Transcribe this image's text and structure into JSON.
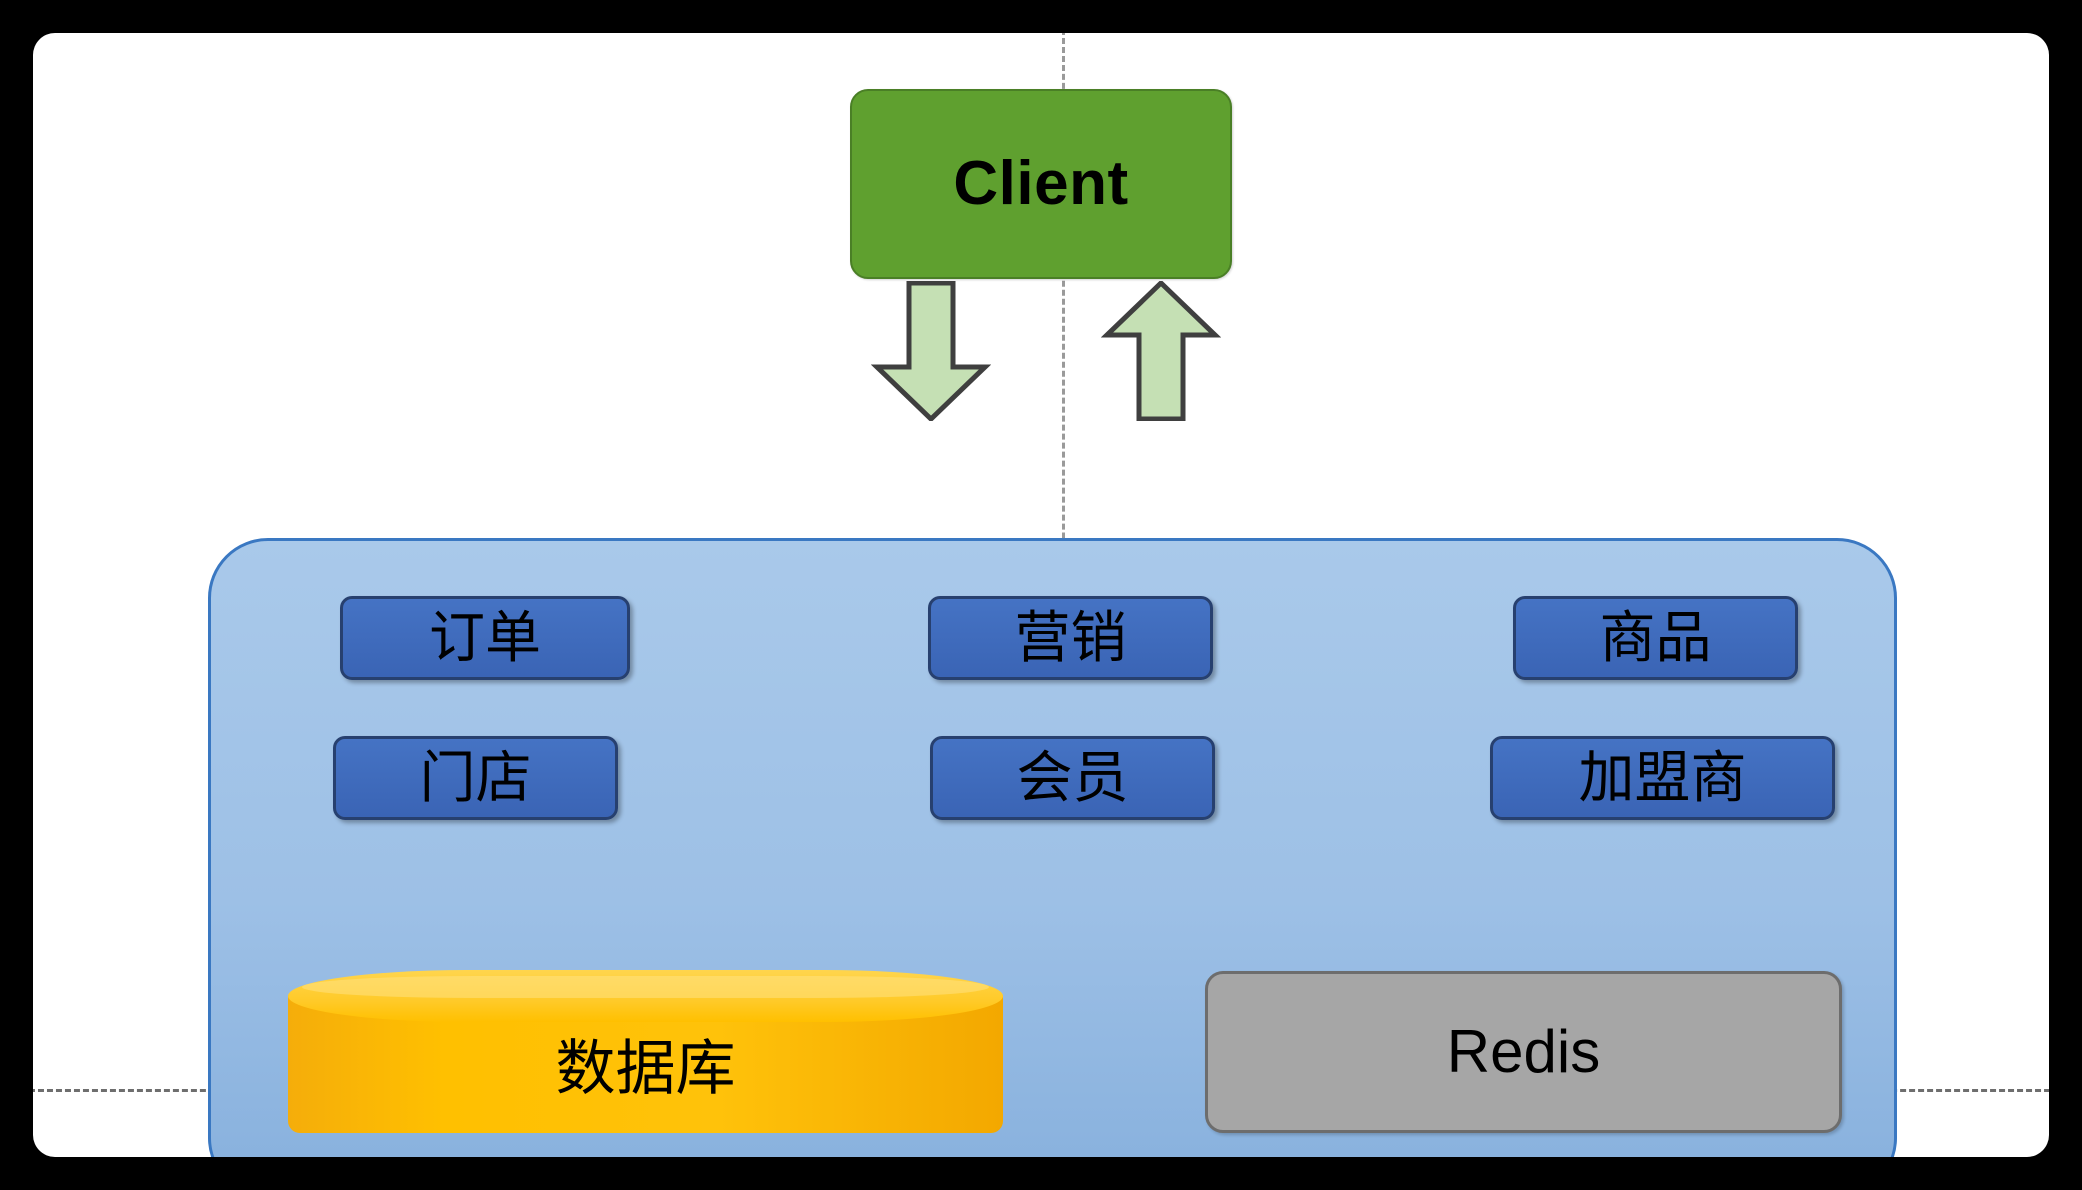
{
  "canvas": {
    "background_color": "#ffffff",
    "outer_background_color": "#000000"
  },
  "guides": {
    "vertical_label": "vertical-center-guide",
    "horizontal_label": "horizontal-guide",
    "color": "#8a8a8a",
    "style": "dashed"
  },
  "client": {
    "label": "Client",
    "fill_color": "#5FA02F",
    "border_color": "#4a7f26",
    "text_color": "#000000"
  },
  "arrows": [
    {
      "name": "request-arrow-down",
      "direction": "down",
      "fill_color": "#C5E0B4",
      "stroke_color": "#3f3f3f"
    },
    {
      "name": "response-arrow-up",
      "direction": "up",
      "fill_color": "#C5E0B4",
      "stroke_color": "#3f3f3f"
    }
  ],
  "panel": {
    "name": "monolith-application-panel",
    "fill_color": "#9DC3E6",
    "border_color": "#3a78c2"
  },
  "modules": [
    {
      "label": "订单",
      "name": "module-order"
    },
    {
      "label": "营销",
      "name": "module-marketing"
    },
    {
      "label": "商品",
      "name": "module-product"
    },
    {
      "label": "门店",
      "name": "module-store"
    },
    {
      "label": "会员",
      "name": "module-member"
    },
    {
      "label": "加盟商",
      "name": "module-franchisee"
    }
  ],
  "module_style": {
    "fill_color": "#3A64B5",
    "border_color": "#27406F",
    "text_color": "#000000"
  },
  "storage": {
    "database": {
      "label": "数据库",
      "shape": "cylinder",
      "fill_color": "#FFC000",
      "top_color": "#FFD54D",
      "text_color": "#000000"
    },
    "cache": {
      "label": "Redis",
      "shape": "rounded-rectangle",
      "fill_color": "#A6A6A6",
      "border_color": "#6D6D6D",
      "text_color": "#000000"
    }
  },
  "scroll_strip": {
    "name": "bottom-scroll-strip",
    "fill_color": "#CFCFCF"
  }
}
